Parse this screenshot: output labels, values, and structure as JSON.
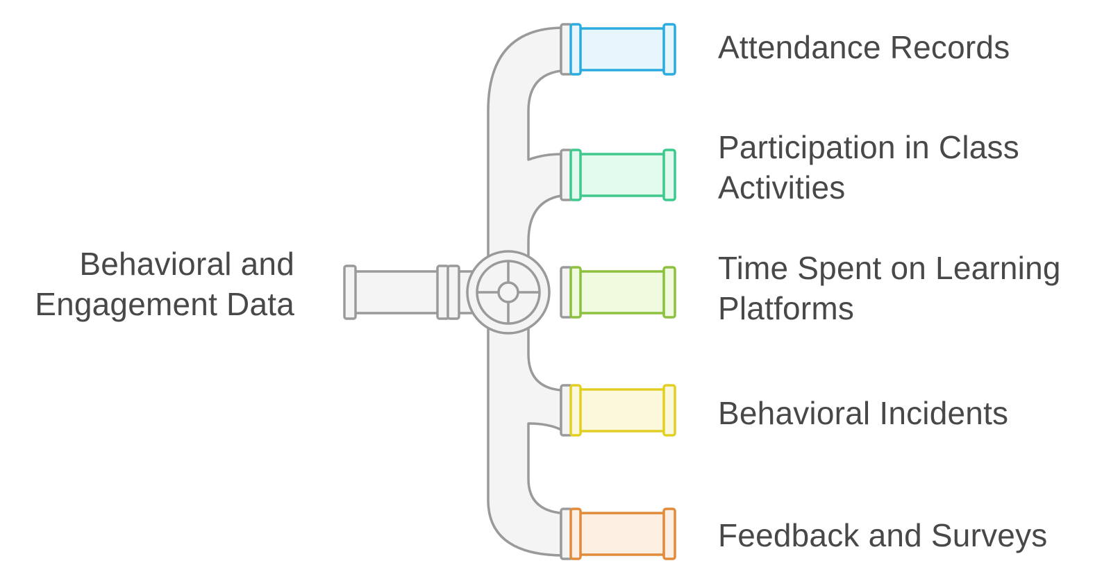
{
  "source": {
    "label_lines": [
      "Behavioral and",
      "Engagement Data"
    ]
  },
  "outputs": [
    {
      "label_lines": [
        "Attendance Records"
      ],
      "color": "#2AACDF",
      "fill": "#E6F6FC"
    },
    {
      "label_lines": [
        "Participation in Class",
        "Activities"
      ],
      "color": "#3DC98B",
      "fill": "#E3FAEF"
    },
    {
      "label_lines": [
        "Time Spent on Learning",
        "Platforms"
      ],
      "color": "#8DC03F",
      "fill": "#F0FADF"
    },
    {
      "label_lines": [
        "Behavioral Incidents"
      ],
      "color": "#E3CF23",
      "fill": "#FCF8DC"
    },
    {
      "label_lines": [
        "Feedback and Surveys"
      ],
      "color": "#E08A3A",
      "fill": "#FDEFE2"
    }
  ],
  "colors": {
    "pipe_stroke": "#9A9A9A",
    "pipe_fill": "#F4F4F4",
    "text": "#484848"
  },
  "icons": {
    "valve": "valve-wheel-icon"
  }
}
